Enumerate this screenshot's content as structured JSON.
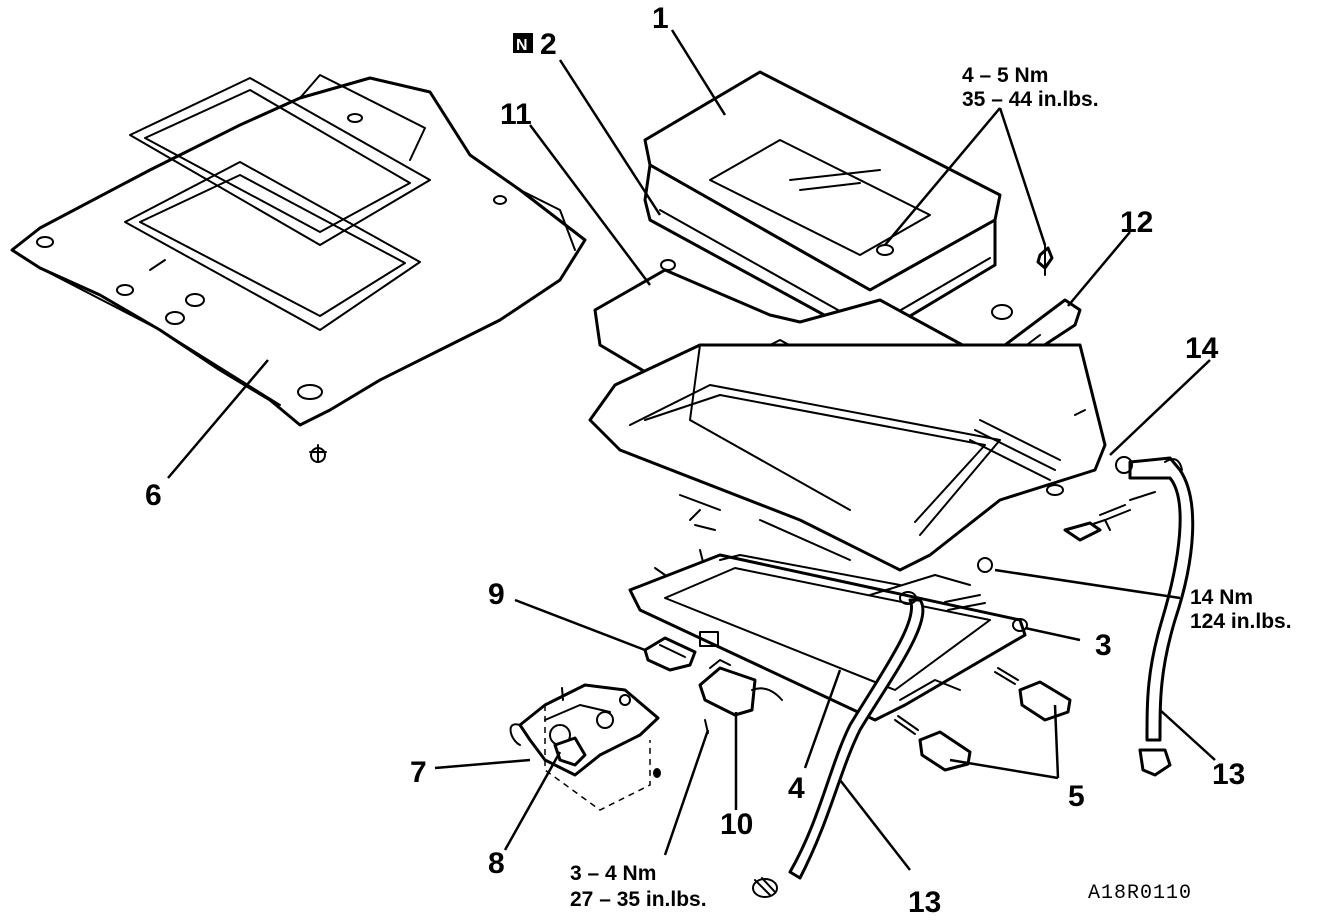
{
  "callouts": {
    "c1": "1",
    "c2": "2",
    "c2_badge": "N",
    "c3": "3",
    "c4": "4",
    "c5": "5",
    "c6": "6",
    "c7": "7",
    "c8": "8",
    "c9": "9",
    "c10": "10",
    "c11": "11",
    "c12": "12",
    "c13a": "13",
    "c13b": "13",
    "c14": "14"
  },
  "torque_specs": {
    "glass_bolts": {
      "line1": "4 – 5 Nm",
      "line2": "35 – 44 in.lbs."
    },
    "frame_nut": {
      "line1": "14 Nm",
      "line2": "124 in.lbs."
    },
    "motor_bolt": {
      "line1": "3 – 4 Nm",
      "line2": "27 – 35 in.lbs."
    }
  },
  "figure_code": "A18R0110"
}
